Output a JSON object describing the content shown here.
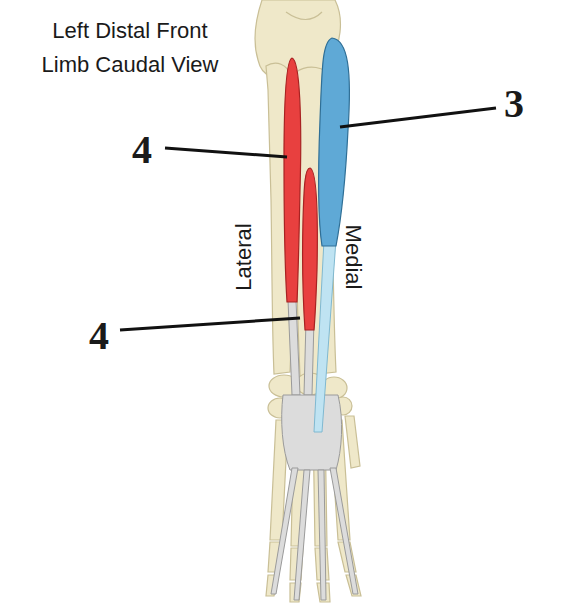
{
  "diagram": {
    "title": "Left Distal Front Limb Caudal View",
    "labels": [
      "4",
      "3",
      "Lateral",
      "Medial",
      "4"
    ]
  }
}
